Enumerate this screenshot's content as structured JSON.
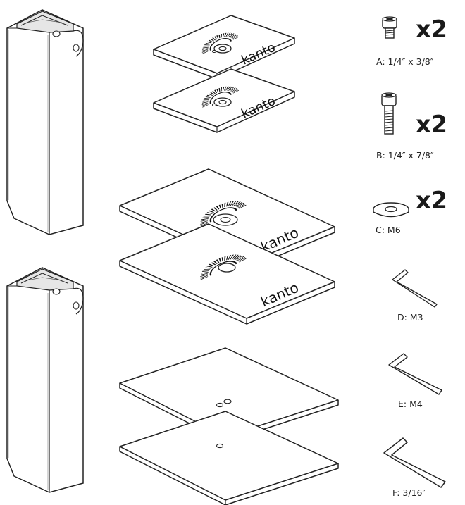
{
  "brand": "kanto",
  "hardware": [
    {
      "id": "A",
      "label": "A: 1/4″ x  3/8″",
      "quantity": "x2",
      "icon": "short-hex-bolt"
    },
    {
      "id": "B",
      "label": "B: 1/4″ x  7/8″",
      "quantity": "x2",
      "icon": "long-hex-bolt"
    },
    {
      "id": "C",
      "label": "C: M6",
      "quantity": "x2",
      "icon": "washer"
    },
    {
      "id": "D",
      "label": "D: M3",
      "icon": "allen-key"
    },
    {
      "id": "E",
      "label": "E: M4",
      "icon": "allen-key"
    },
    {
      "id": "F",
      "label": "F: 3/16″",
      "icon": "allen-key"
    }
  ]
}
